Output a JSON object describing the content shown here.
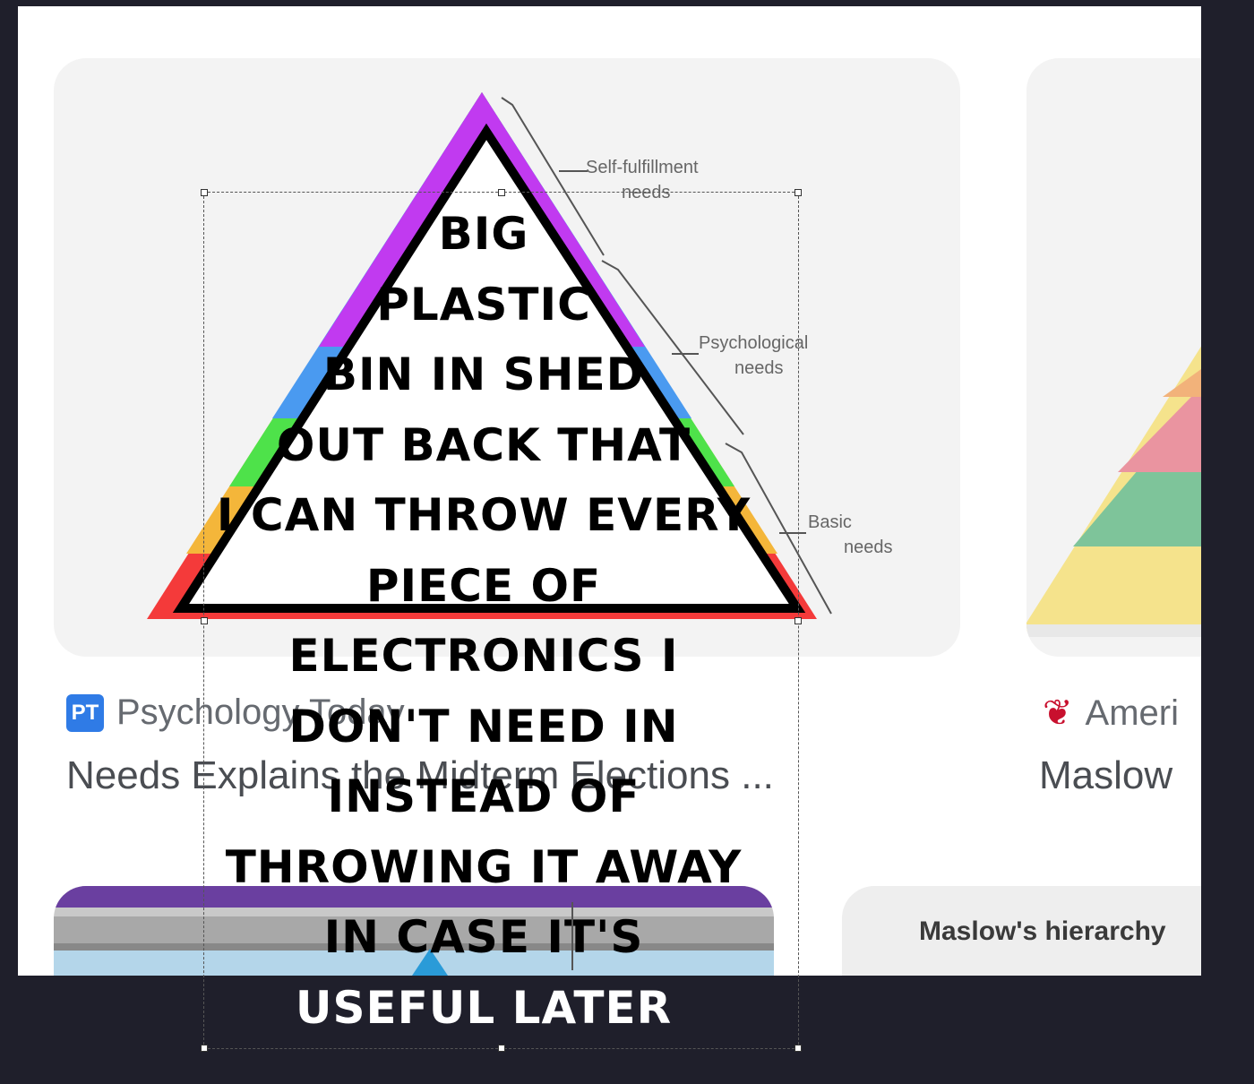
{
  "results": [
    {
      "source": "Psychology Today",
      "title": "Needs Explains the Midterm Elections ...",
      "image_labels": [
        "Self-fulfillment needs",
        "Psychological needs",
        "Basic needs"
      ]
    },
    {
      "source": "Ameri",
      "title": "Maslow"
    }
  ],
  "bottom_cards": [
    {
      "title": ""
    },
    {
      "title": "Maslow's hierarchy"
    }
  ],
  "pt_badge": "PT",
  "meme_lines": [
    "BIG",
    "PLASTIC",
    "BIN IN SHED",
    "OUT BACK THAT",
    "I CAN THROW EVERY",
    "PIECE OF",
    "ELECTRONICS I",
    "DON'T NEED IN",
    "INSTEAD OF",
    "THROWING IT AWAY",
    "IN CASE IT'S",
    "USEFUL LATER"
  ],
  "colors": {
    "pyramid_red": "#f43a3a",
    "pyramid_orange": "#f4b63a",
    "pyramid_green": "#4ee24a",
    "pyramid_blue": "#4a9af0",
    "pyramid_purple": "#c13af0",
    "background": "#1f1f2b"
  }
}
